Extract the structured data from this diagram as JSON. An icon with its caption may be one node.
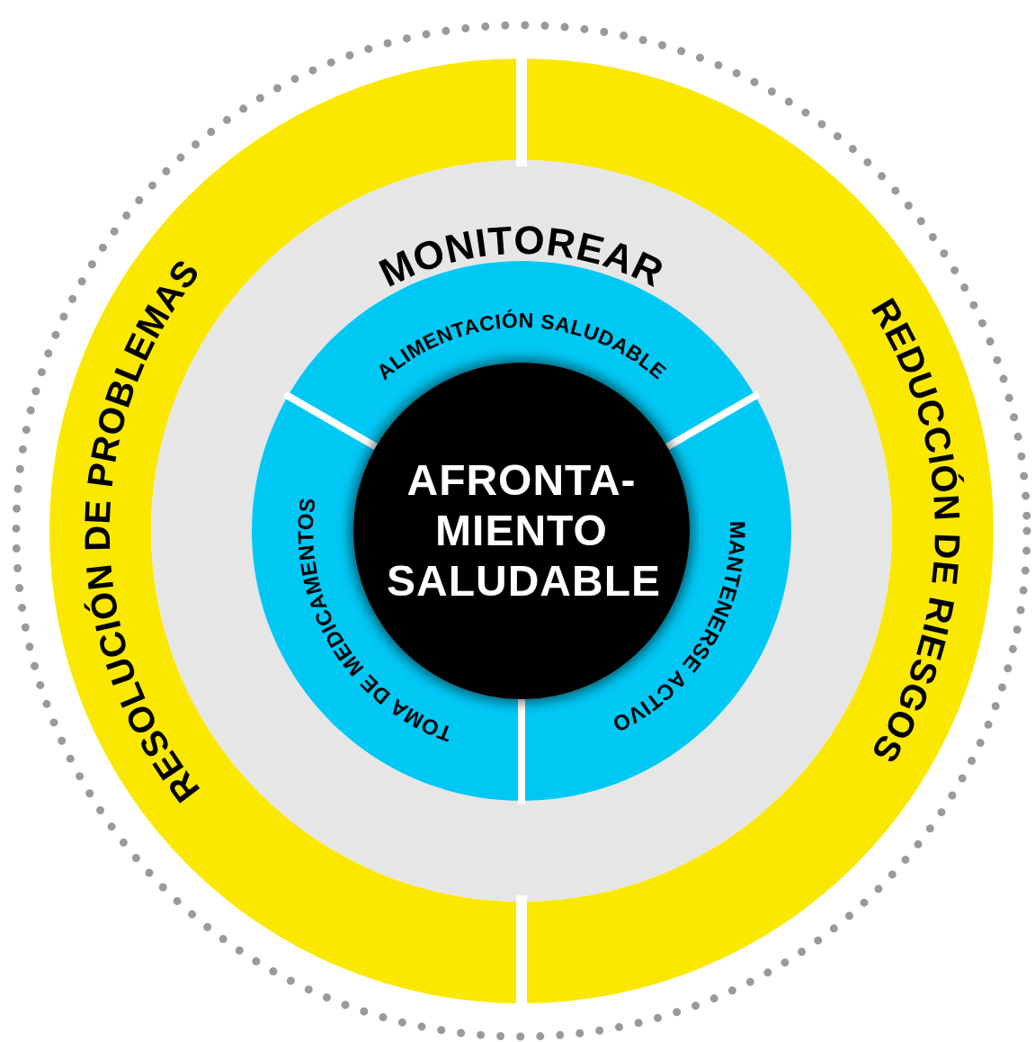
{
  "diagram": {
    "nodes": [
      {
        "text": [
          "RESOLUCIÓN DE PROBLEMAS"
        ]
      },
      {
        "text": [
          "REDUCCIÓN DE RIESGOS"
        ]
      },
      {
        "text": [
          "MONITOREAR"
        ]
      },
      {
        "text": [
          "ALIMENTACIÓN SALUDABLE"
        ]
      },
      {
        "text": [
          "TOMA DE MEDICAMENTOS"
        ]
      },
      {
        "text": [
          "MANTENERSE ACTIVO"
        ]
      },
      {
        "text": [
          "AFRONTA- MIENTO SALUDABLE"
        ]
      }
    ]
  }
}
